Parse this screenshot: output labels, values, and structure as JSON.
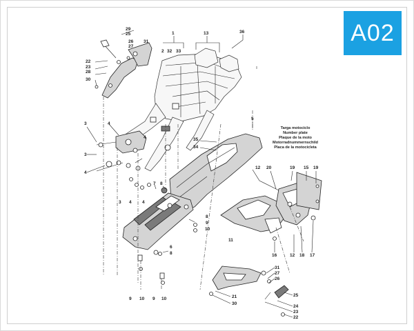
{
  "badge": {
    "text": "A02",
    "color": "#1ba1e2"
  },
  "plate_label": {
    "lines": [
      "Targa motociclo",
      "Number plate",
      "Plaque de la moto",
      "Motorradnummernschild",
      "Placa de la motocicleta"
    ]
  },
  "callouts": {
    "c1": "1",
    "c2": "2",
    "c32": "32",
    "c33": "33",
    "c13": "13",
    "c36": "36",
    "c29": "29",
    "c25a": "25",
    "c26a": "26",
    "c27a": "27",
    "c31a": "31",
    "c22a": "22",
    "c23a": "23",
    "c28": "28",
    "c30a": "30",
    "c3a": "3",
    "c4a": "4",
    "c4b": "4",
    "c3b": "3",
    "c4c": "4",
    "c5": "5",
    "c35": "35",
    "c34": "34",
    "c7": "7",
    "c8a": "8",
    "c3c": "3",
    "c4d": "4",
    "c4e": "4",
    "c8b": "8",
    "c9a": "9",
    "c10a": "10",
    "c11": "11",
    "c6": "6",
    "c8c": "8",
    "c9b": "9",
    "c10b": "10",
    "c9c": "9",
    "c10c": "10",
    "c12a": "12",
    "c20": "20",
    "c19a": "19",
    "c15": "15",
    "c19b": "19",
    "c16": "16",
    "c12b": "12",
    "c18": "18",
    "c17": "17",
    "c31b": "31",
    "c27b": "27",
    "c26b": "26",
    "c25b": "25",
    "c21": "21",
    "c30b": "30",
    "c24": "24",
    "c23b": "23",
    "c22b": "22"
  }
}
